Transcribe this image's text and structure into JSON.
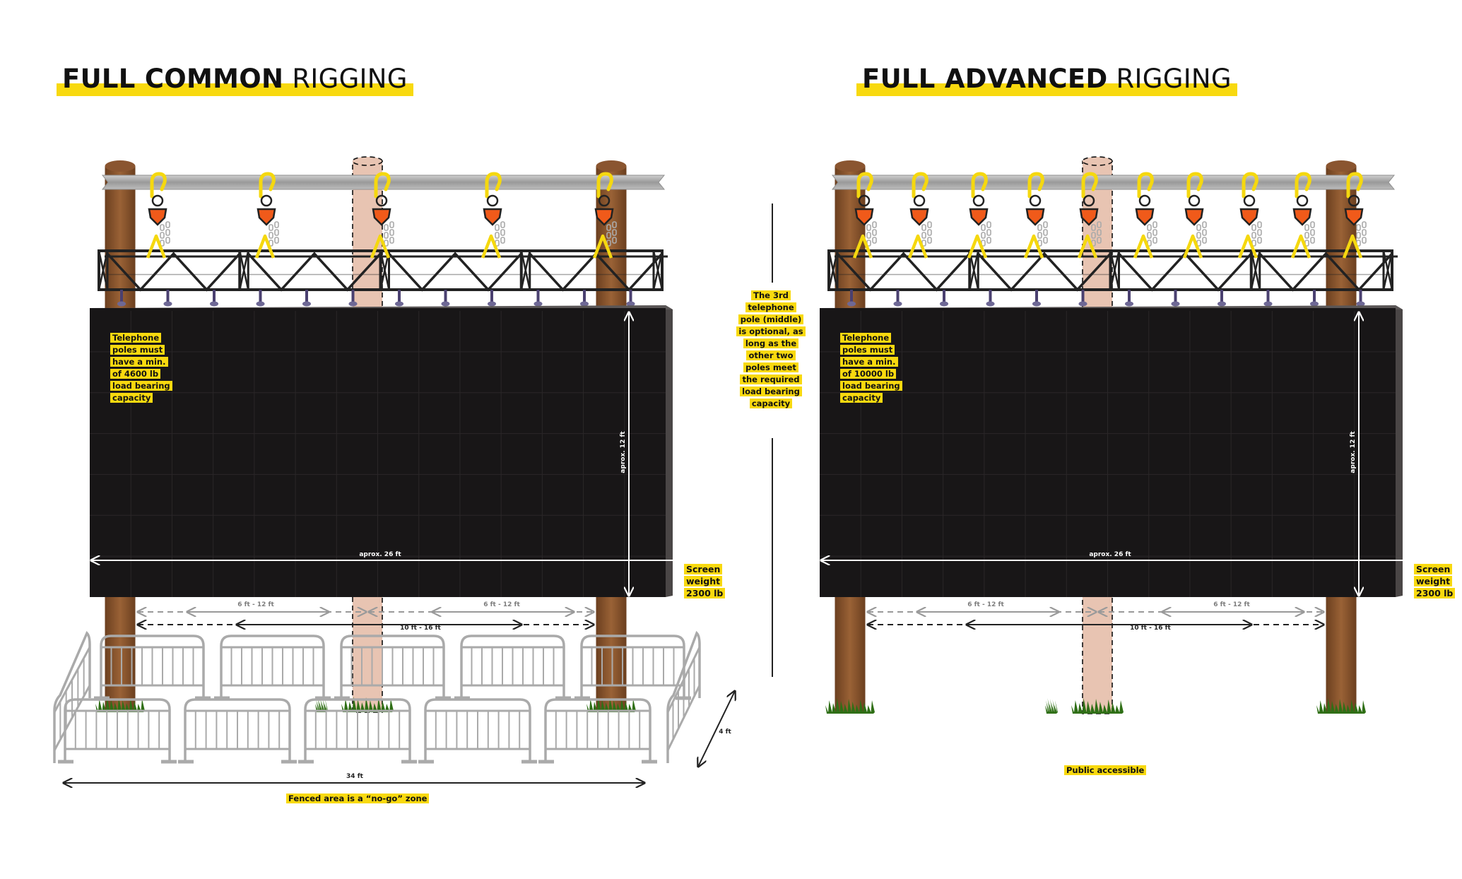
{
  "left_panel": {
    "title_bold": "FULL COMMON",
    "title_light": "RIGGING",
    "pole_note": "Telephone poles must have a min. of 4600 lb load bearing capacity",
    "height_label": "aprox. 12 ft",
    "width_label": "aprox. 26 ft",
    "spacing_left": "6 ft - 12 ft",
    "spacing_right": "6 ft - 12 ft",
    "spacing_center": "10 ft - 16 ft",
    "weight_note": "Screen weight 2300 lb",
    "fence_width": "34 ft",
    "fence_depth": "4 ft",
    "fence_note": "Fenced area is a “no-go” zone"
  },
  "middle_note": "The 3rd telephone pole (middle) is optional, as long as the other two poles meet the required load bearing capacity",
  "right_panel": {
    "title_bold": "FULL ADVANCED",
    "title_light": "RIGGING",
    "pole_note": "Telephone poles must have a min. of 10000 lb load bearing capacity",
    "height_label": "aprox. 12 ft",
    "width_label": "aprox. 26 ft",
    "spacing_left": "6 ft - 12 ft",
    "spacing_right": "6 ft - 12 ft",
    "spacing_center": "10 ft - 16 ft",
    "weight_note": "Screen weight 2300 lb",
    "access_note": "Public accessible"
  },
  "colors": {
    "highlight": "#f8d90f",
    "screen": "#181617",
    "pole": "#8a5530",
    "optional_pole": "#e8c4b2",
    "beam": "#a9a9a9",
    "hoist": "#f05a1a",
    "sling": "#f5d80f",
    "truss": "#222222",
    "grass": "#2f6f16",
    "fence": "#aaaaaa"
  }
}
